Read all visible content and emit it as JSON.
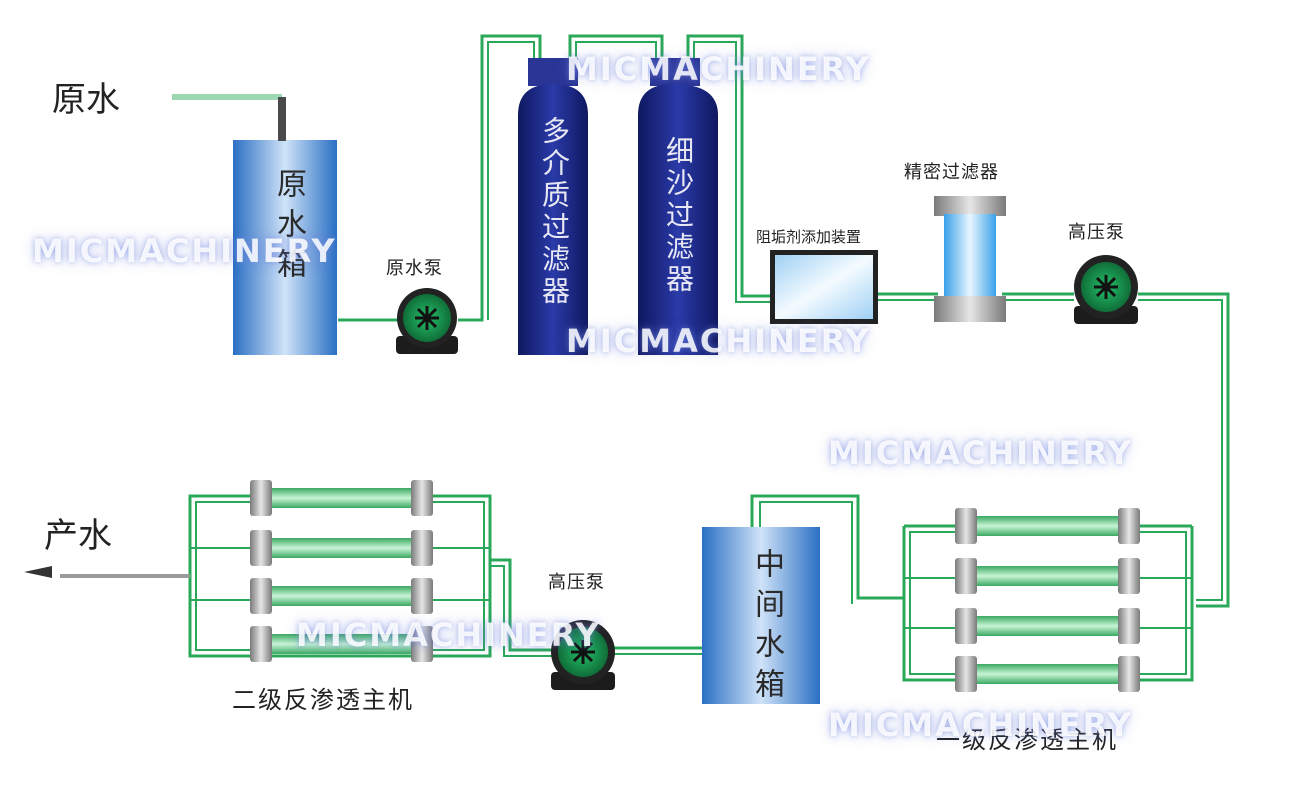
{
  "labels": {
    "raw_water": "原水",
    "product_water": "产水",
    "raw_water_tank": "原水箱",
    "raw_water_pump": "原水泵",
    "multimedia_filter": "多介质过滤器",
    "fine_sand_filter": "细沙过滤器",
    "antiscalant_dosing": "阻垢剂添加装置",
    "precision_filter": "精密过滤器",
    "high_pressure_pump_1": "高压泵",
    "intermediate_tank": "中间水箱",
    "high_pressure_pump_2": "高压泵",
    "primary_ro": "一级反渗透主机",
    "secondary_ro": "二级反渗透主机"
  },
  "watermark": "MICMACHINERY",
  "colors": {
    "pipe": "#2aa85a",
    "tank_blue": "#2f7fd0",
    "filter_navy": "#16207e",
    "pump_green": "#1aa055",
    "membrane_green": "#7fe0a0"
  }
}
